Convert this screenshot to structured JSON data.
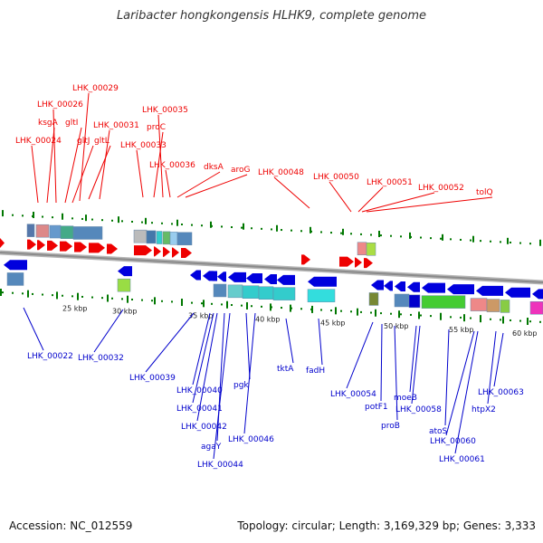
{
  "title": "Laribacter hongkongensis HLHK9, complete genome",
  "footer": {
    "accession": "Accession: NC_012559",
    "summary": "Topology: circular; Length: 3,169,329 bp; Genes: 3,333"
  },
  "colors": {
    "forward_gene": "#ee0000",
    "reverse_gene": "#0000dd",
    "top_label": "#ee0000",
    "bottom_label": "#0000cc",
    "backbone": "#8a8a8a",
    "tick_green": "#007700"
  },
  "scale_ticks": [
    "25 kbp",
    "30 kbp",
    "35 kbp",
    "40 kbp",
    "45 kbp",
    "50 kbp",
    "55 kbp",
    "60 kbp"
  ],
  "top_labels": [
    "LHK_00024",
    "ksgA",
    "LHK_00026",
    "gltI",
    "gltJ",
    "LHK_00029",
    "gltL",
    "LHK_00031",
    "LHK_00033",
    "proC",
    "LHK_00035",
    "LHK_00036",
    "dksA",
    "aroG",
    "LHK_00048",
    "LHK_00050",
    "LHK_00051",
    "LHK_00052",
    "tolQ"
  ],
  "bottom_labels": [
    "LHK_00022",
    "LHK_00032",
    "LHK_00039",
    "LHK_00040",
    "LHK_00041",
    "LHK_00042",
    "agaY",
    "LHK_00044",
    "pgk",
    "LHK_00046",
    "tktA",
    "fadH",
    "LHK_00054",
    "potF1",
    "proB",
    "moeB",
    "LHK_00058",
    "atoS",
    "LHK_00060",
    "LHK_00061",
    "htpX2",
    "LHK_00063"
  ]
}
